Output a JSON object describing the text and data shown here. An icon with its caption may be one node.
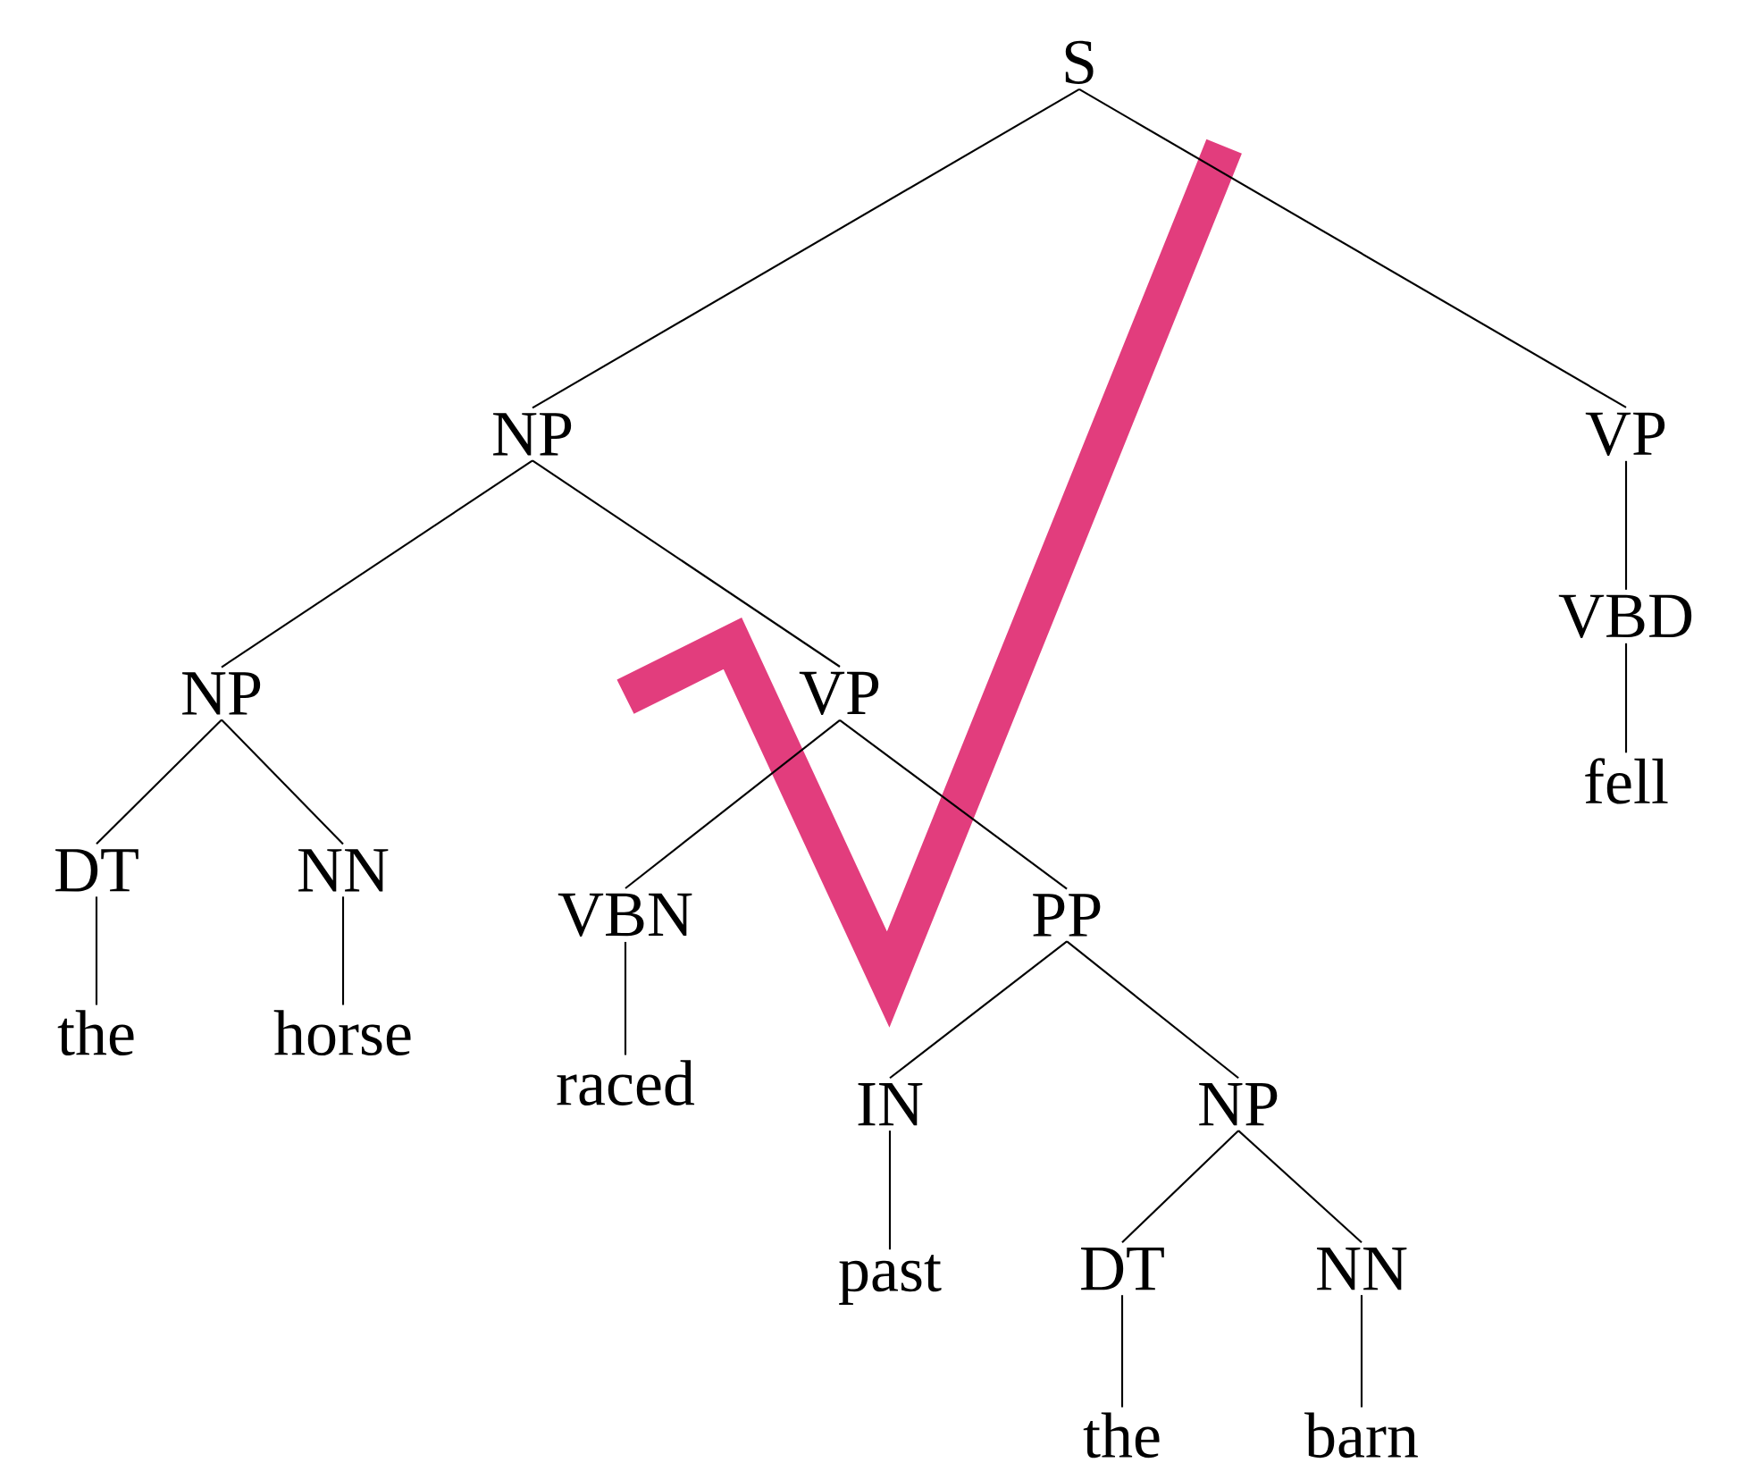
{
  "diagram": {
    "nodes": [
      {
        "text": [
          "S"
        ]
      },
      {
        "text": [
          "NP"
        ]
      },
      {
        "text": [
          "VP"
        ]
      },
      {
        "text": [
          "VBD"
        ]
      },
      {
        "text": [
          "fell"
        ]
      },
      {
        "text": [
          "NP"
        ]
      },
      {
        "text": [
          "VP"
        ]
      },
      {
        "text": [
          "DT"
        ]
      },
      {
        "text": [
          "NN"
        ]
      },
      {
        "text": [
          "the"
        ]
      },
      {
        "text": [
          "horse"
        ]
      },
      {
        "text": [
          "VBN"
        ]
      },
      {
        "text": [
          "PP"
        ]
      },
      {
        "text": [
          "raced"
        ]
      },
      {
        "text": [
          "IN"
        ]
      },
      {
        "text": [
          "NP"
        ]
      },
      {
        "text": [
          "past"
        ]
      },
      {
        "text": [
          "DT"
        ]
      },
      {
        "text": [
          "NN"
        ]
      },
      {
        "text": [
          "the"
        ]
      },
      {
        "text": [
          "barn"
        ]
      }
    ],
    "edges": [
      {
        "from": 0,
        "to": 1,
        "arrow": "none"
      },
      {
        "from": 0,
        "to": 2,
        "arrow": "none"
      },
      {
        "from": 2,
        "to": 3,
        "arrow": "none"
      },
      {
        "from": 3,
        "to": 4,
        "arrow": "none"
      },
      {
        "from": 1,
        "to": 5,
        "arrow": "none"
      },
      {
        "from": 1,
        "to": 6,
        "arrow": "none"
      },
      {
        "from": 5,
        "to": 7,
        "arrow": "none"
      },
      {
        "from": 5,
        "to": 8,
        "arrow": "none"
      },
      {
        "from": 7,
        "to": 9,
        "arrow": "none"
      },
      {
        "from": 8,
        "to": 10,
        "arrow": "none"
      },
      {
        "from": 6,
        "to": 11,
        "arrow": "none"
      },
      {
        "from": 6,
        "to": 12,
        "arrow": "none"
      },
      {
        "from": 11,
        "to": 13,
        "arrow": "none"
      },
      {
        "from": 12,
        "to": 14,
        "arrow": "none"
      },
      {
        "from": 12,
        "to": 15,
        "arrow": "none"
      },
      {
        "from": 14,
        "to": 16,
        "arrow": "none"
      },
      {
        "from": 15,
        "to": 17,
        "arrow": "none"
      },
      {
        "from": 15,
        "to": 18,
        "arrow": "none"
      },
      {
        "from": 17,
        "to": 19,
        "arrow": "none"
      },
      {
        "from": 18,
        "to": 20,
        "arrow": "none"
      }
    ]
  }
}
